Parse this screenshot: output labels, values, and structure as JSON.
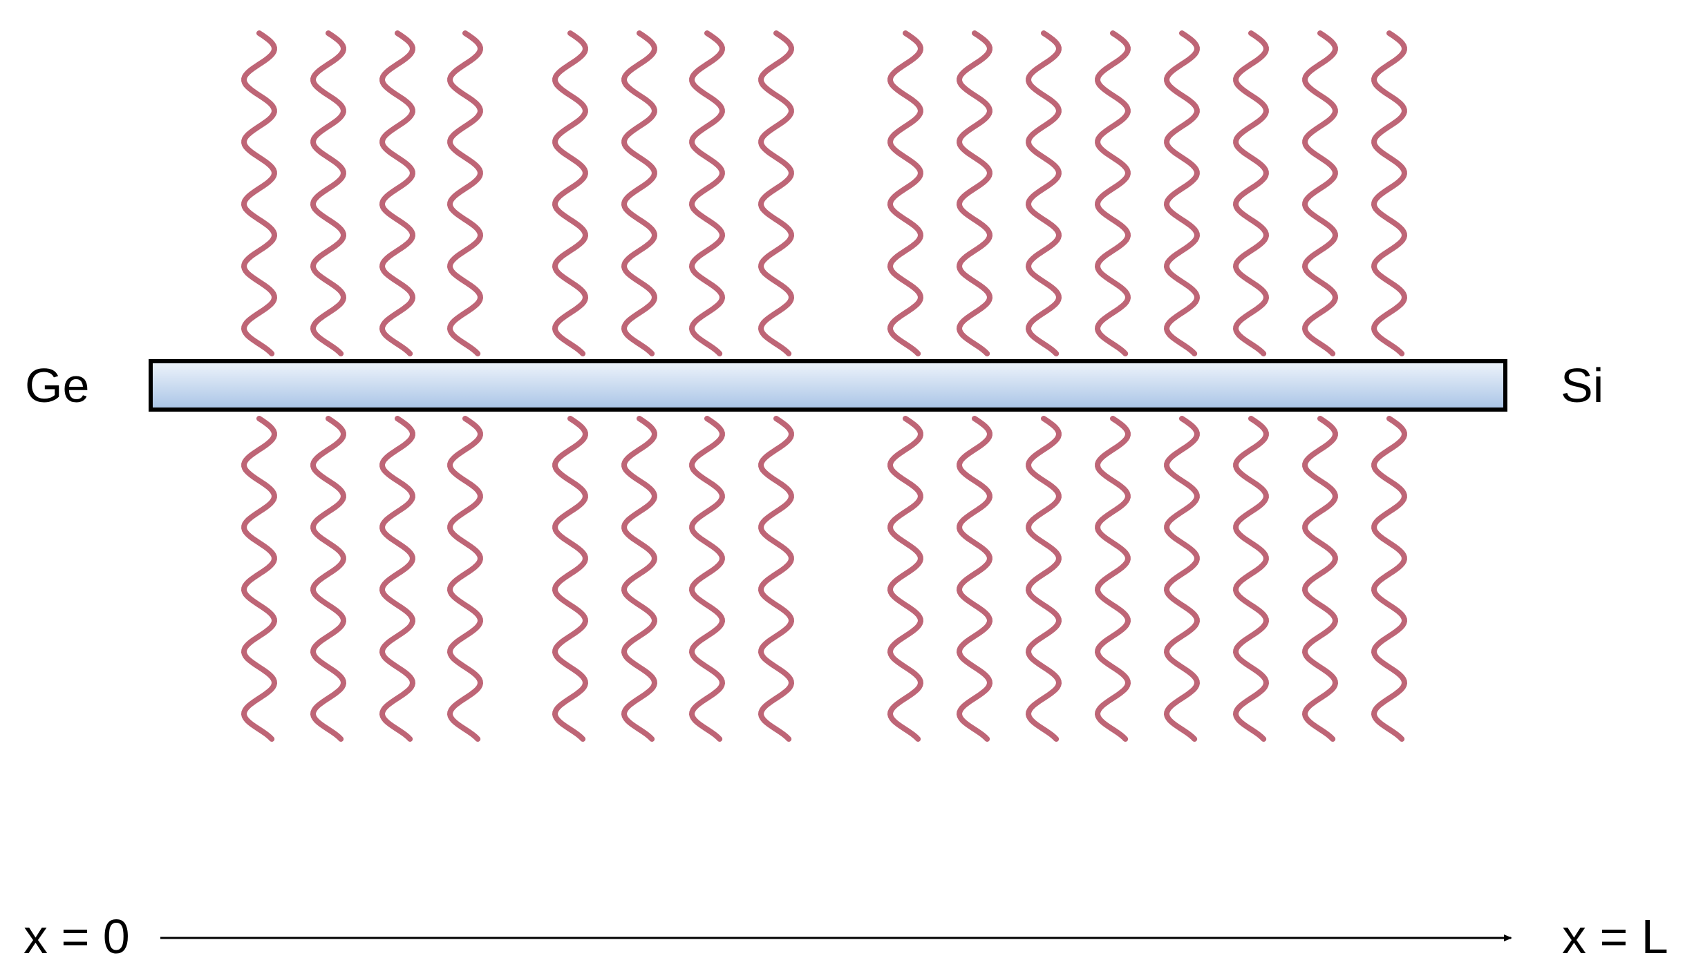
{
  "labels": {
    "left_material": "Ge",
    "right_material": "Si",
    "axis_start": "x = 0",
    "axis_end": "x = L"
  },
  "colors": {
    "wave": "#b34a5e",
    "bar_top": "#eef4fb",
    "bar_bottom": "#a9c4e6",
    "bar_border": "#000000",
    "axis": "#000000",
    "text": "#000000"
  }
}
